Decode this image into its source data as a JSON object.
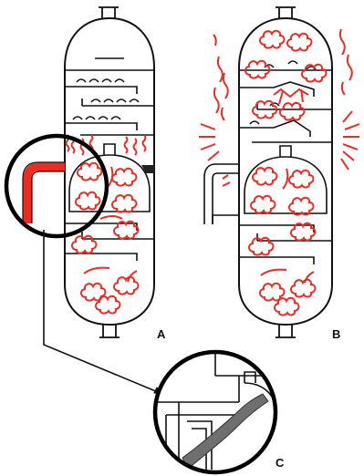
{
  "labels": {
    "a": "A",
    "b": "B",
    "c": "C"
  },
  "colors": {
    "line": "#111111",
    "fire": "#ee2b22",
    "magnifier": "#000000",
    "duct_grey": "#6f6f6f",
    "background": "#ffffff"
  }
}
